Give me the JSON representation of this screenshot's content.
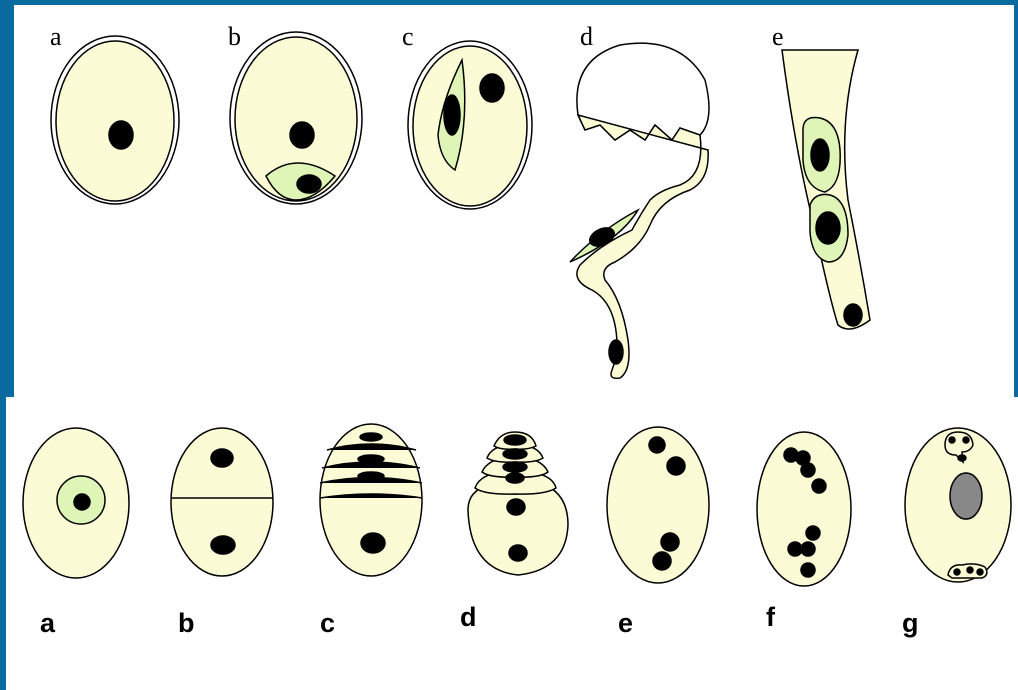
{
  "top_row": {
    "labels": [
      "a",
      "b",
      "c",
      "d",
      "e"
    ]
  },
  "bottom_row": {
    "labels": [
      "a",
      "b",
      "c",
      "d",
      "e",
      "f",
      "g"
    ]
  },
  "colors": {
    "background_border": "#0a6aa0",
    "cell_fill": "#fbfbd6",
    "inner_cell_fill": "#dff5b8",
    "nucleus": "#000000",
    "large_nucleus": "#888888"
  }
}
